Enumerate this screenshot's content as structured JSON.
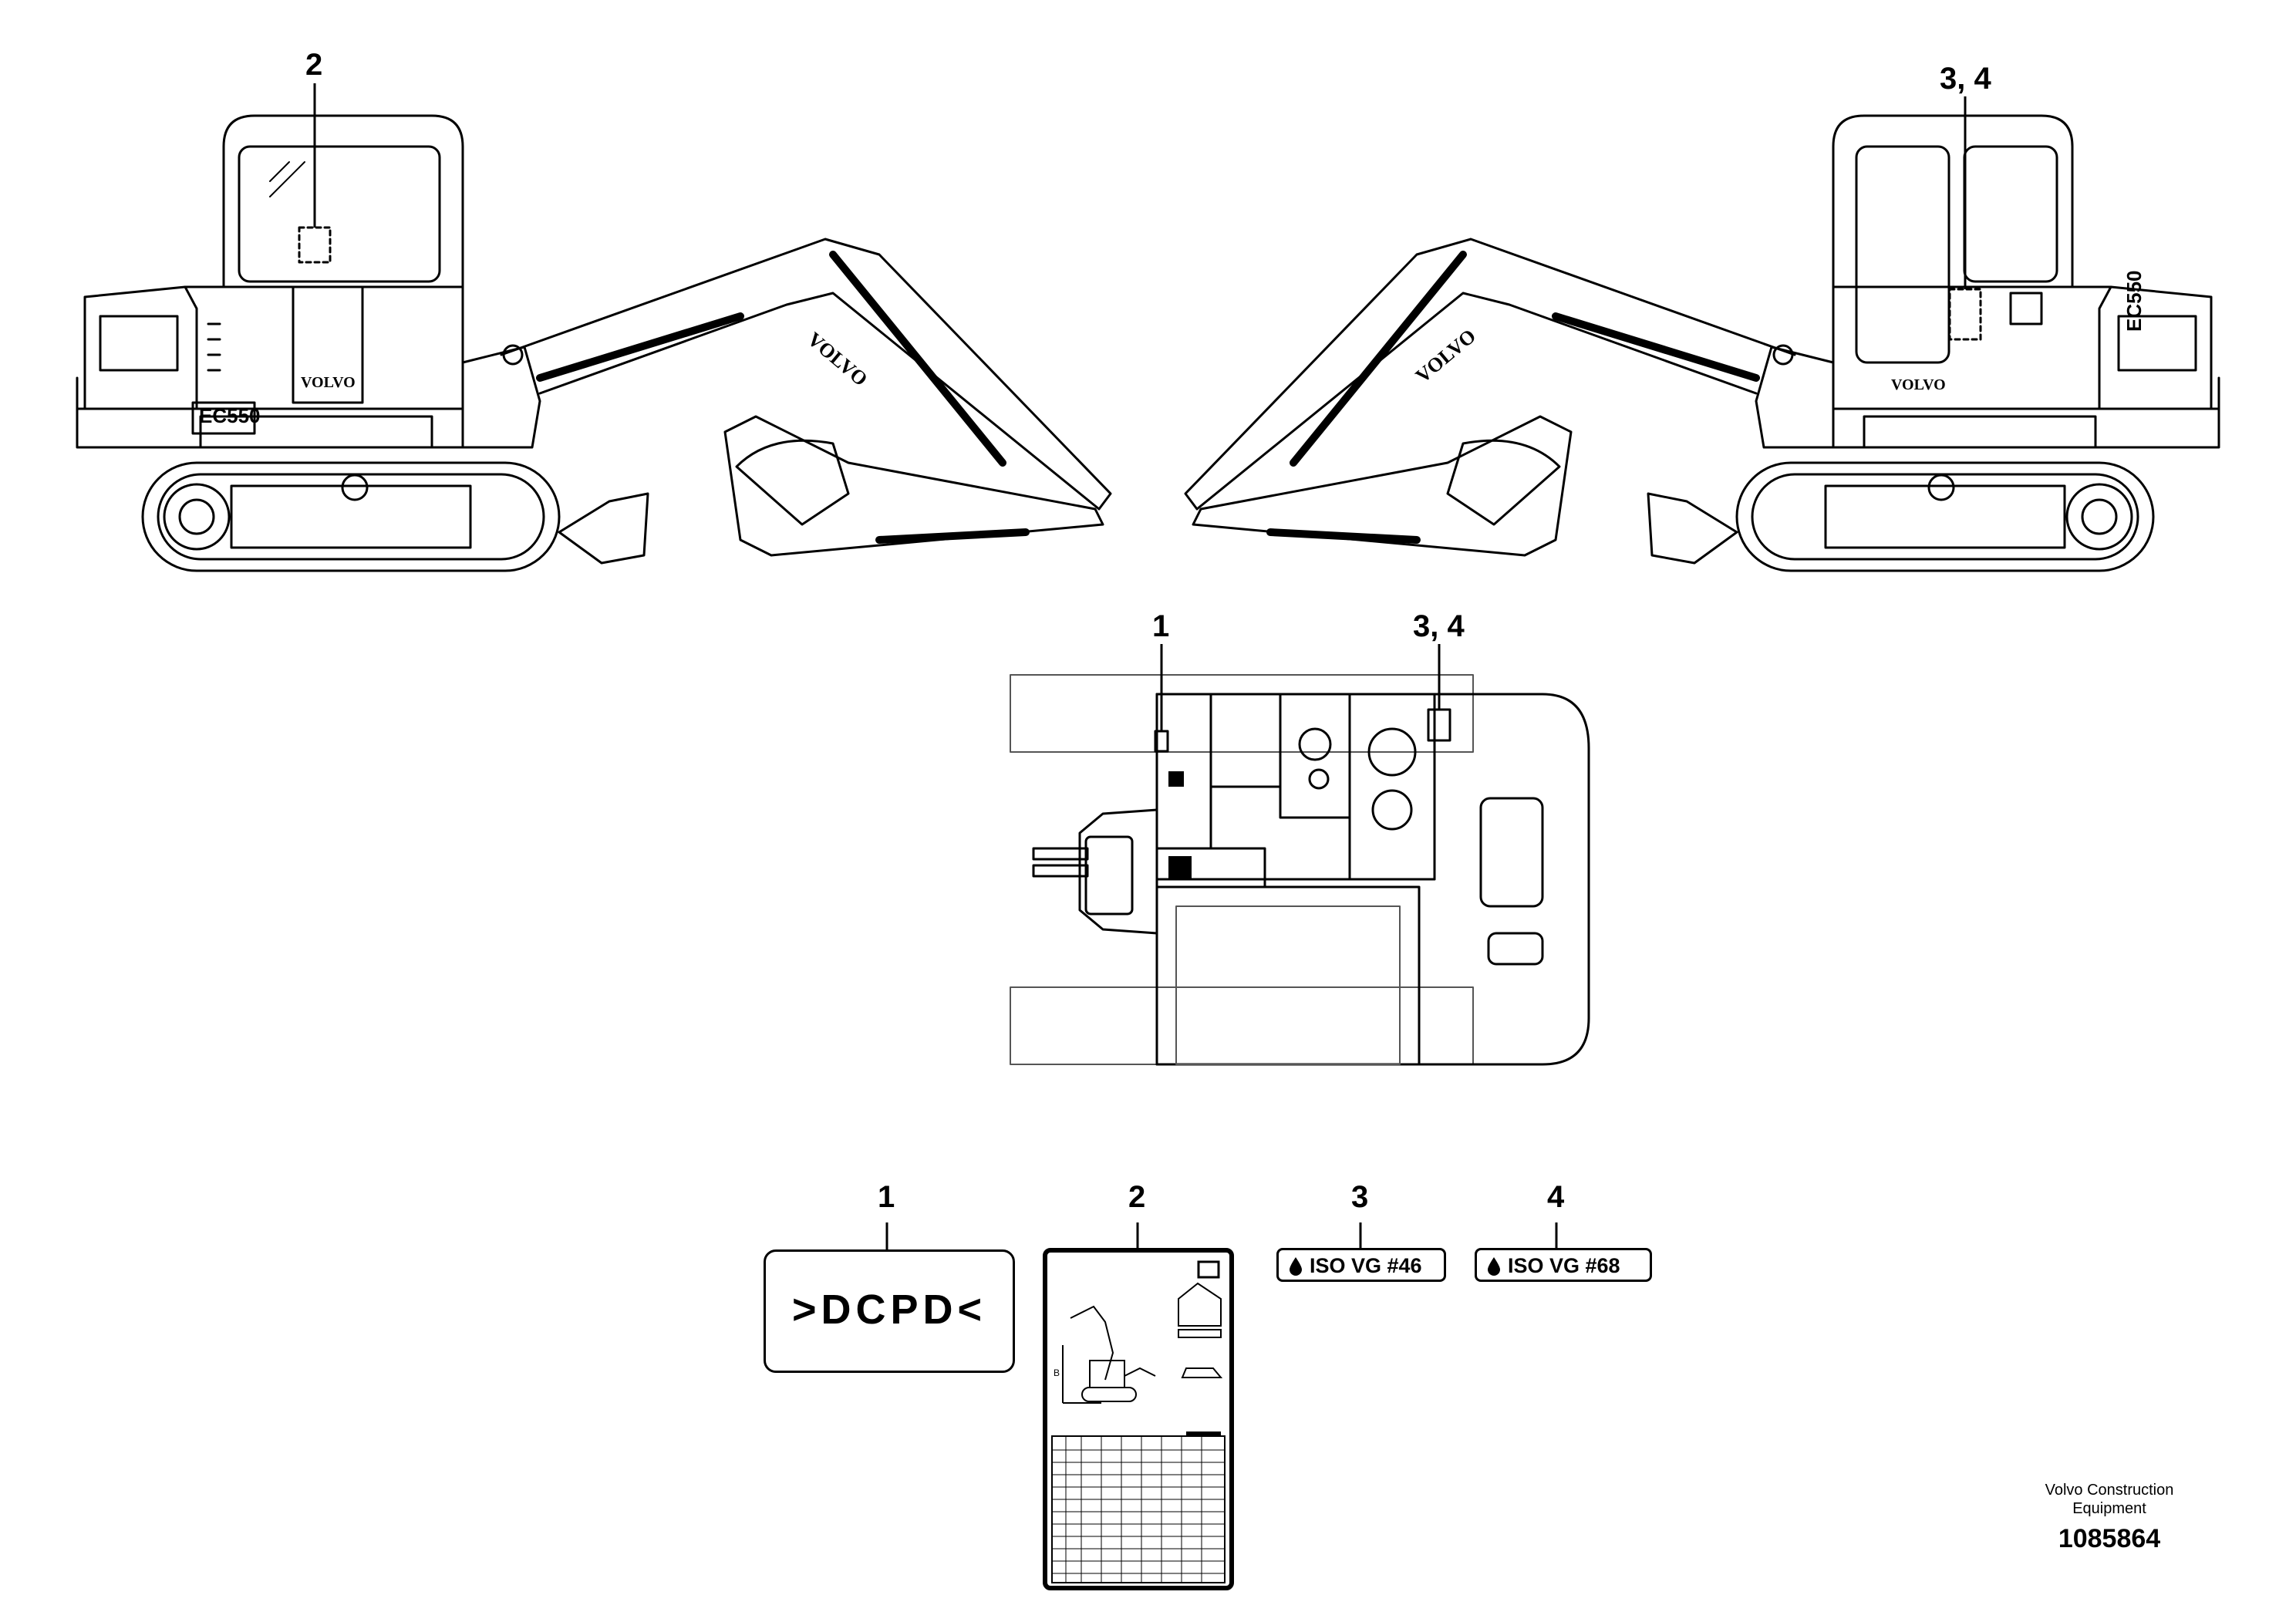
{
  "callouts": {
    "side_left": "2",
    "side_right": "3, 4",
    "top_view_left": "1",
    "top_view_right": "3, 4"
  },
  "machine": {
    "model_left": "EC550",
    "model_right": "EC550",
    "brand_cab_left": "VOLVO",
    "brand_cab_right": "VOLVO",
    "brand_boom_left": "VOLVO",
    "brand_boom_right": "VOLVO"
  },
  "decals": [
    {
      "number": "1",
      "text": ">DCPD<"
    },
    {
      "number": "2",
      "text": ""
    },
    {
      "number": "3",
      "text": "ISO VG #46"
    },
    {
      "number": "4",
      "text": "ISO VG #68"
    }
  ],
  "credit": {
    "line1": "Volvo Construction",
    "line2": "Equipment",
    "part_number": "1085864"
  },
  "colors": {
    "ink": "#000000",
    "paper": "#ffffff"
  }
}
